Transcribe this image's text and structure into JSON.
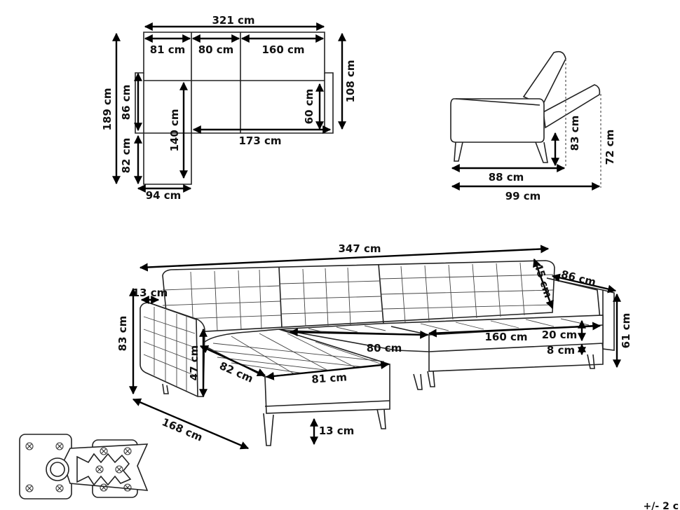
{
  "top_view": {
    "total_width": "321 cm",
    "seg_chaise": "81 cm",
    "seg_mid": "80 cm",
    "seg_right": "160 cm",
    "total_depth": "189 cm",
    "depth_back": "86 cm",
    "depth_chaise": "82 cm",
    "seat_chaise_len": "140 cm",
    "seat_depth": "60 cm",
    "full_depth": "108 cm",
    "seat_width": "173 cm",
    "chaise_width": "94 cm"
  },
  "side_view": {
    "seat_depth": "88 cm",
    "total_depth": "99 cm",
    "back_height": "83 cm",
    "height": "72 cm"
  },
  "perspective_view": {
    "total_length": "347 cm",
    "arm_width": "13 cm",
    "back_height": "45 cm",
    "depth_right": "86 cm",
    "height": "83 cm",
    "seat_mid": "80 cm",
    "seat_right": "160 cm",
    "cushion": "20 cm",
    "base": "8 cm",
    "height_right": "61 cm",
    "arm_height": "47 cm",
    "chaise_side": "82 cm",
    "chaise_front": "81 cm",
    "chaise_length": "168 cm",
    "leg_height": "13 cm"
  },
  "corner_text": "+/- 2 c"
}
